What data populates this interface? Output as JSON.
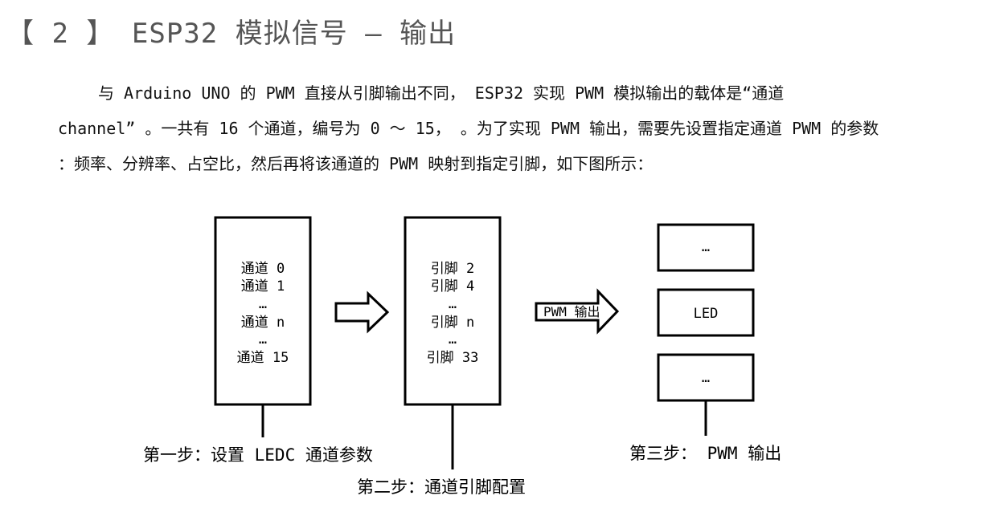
{
  "heading": "【 2 】 ESP32 模拟信号 – 输出",
  "paragraph": {
    "line1": "与 Arduino UNO 的 PWM 直接从引脚输出不同， ESP32 实现 PWM 模拟输出的载体是“通道",
    "line2": "channel” 。一共有 16 个通道，编号为 0 ～ 15， 。为了实现 PWM 输出，需要先设置指定通道 PWM 的参数",
    "line3": "：频率、分辨率、占空比，然后再将该通道的 PWM 映射到指定引脚，如下图所示："
  },
  "diagram": {
    "channels": [
      "通道 0",
      "通道 1",
      "…",
      "通道 n",
      "…",
      "通道 15"
    ],
    "pins": [
      "引脚 2",
      "引脚 4",
      "…",
      "引脚 n",
      "…",
      "引脚 33"
    ],
    "pwm_arrow_label": "PWM 输出",
    "outputs": [
      "…",
      "LED",
      "…"
    ],
    "step1": "第一步：设置 LEDC 通道参数",
    "step2": "第二步：通道引脚配置",
    "step3": "第三步： PWM 输出"
  }
}
